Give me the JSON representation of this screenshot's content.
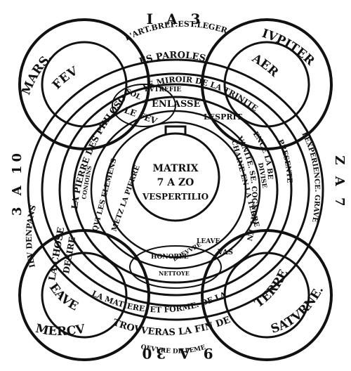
{
  "colors": {
    "ink": "#111111",
    "paper": "#ffffff",
    "grey": "#cfcfcf"
  },
  "top_header": "I A 3",
  "bottom_header": "9 A 30",
  "left_header": "3 A 10",
  "right_header": "Z A 7",
  "corners": {
    "tl": {
      "planet": "MARS.",
      "element": "FEV"
    },
    "tr": {
      "planet": "IVPITER",
      "element": "AER"
    },
    "bl": {
      "planet": "MERCVRE.",
      "element": "EAVE"
    },
    "br": {
      "planet": "SATVRNE.",
      "element": "TERRE"
    }
  },
  "bands": {
    "top_outer": "L'ART.BREF.EST.LEGER",
    "top_mid": "ES PAROLES",
    "top_inner": "LE MIROIR DE LA TRINITE",
    "sol": "SOL",
    "putrefie": "PVTREFIE",
    "enlasse": "ENLASSE",
    "lefev": "LE FEV",
    "lesprit": "LESPRIT",
    "left_outer": "IEV DENPANS",
    "left_mid1": "DESIRE",
    "left_mid2": "LA CHOSE",
    "left_philo": "LA PIERRE DES PHILOSOPHES",
    "left_elem": "QVI LES ELEMENS",
    "left_conioins": "CONIOINS",
    "left_metz": "METZ LA PIERRE",
    "right_outer": "LEXPERIENCE. GRAVE",
    "right_present": "PRESENTE",
    "right_belle": "ENCE LA BELLE",
    "right_terre": "CHAINE EN LA TERRE",
    "right_divise": "DIVISE",
    "right_vanite": "VANITE. SE. COGNOIT. EN LA",
    "bottom_outer": "OEVVRE DE FEME",
    "bottom_mid": "TROVVERAS LA FIN DE",
    "bottom_inner": "LA MATIERE. ET FORME. DE LA PIE",
    "bottom_honoree": "HONOREE",
    "bottom_leave": "LEAVE",
    "bottom_vas": "VAS",
    "bottom_oeuvre": "DOEVVRE",
    "bottom_nettoye": "NETTOYE"
  },
  "center": {
    "line1": "MATRIX",
    "line2": "7 A ZO",
    "line3": "VESPERTILIO"
  }
}
